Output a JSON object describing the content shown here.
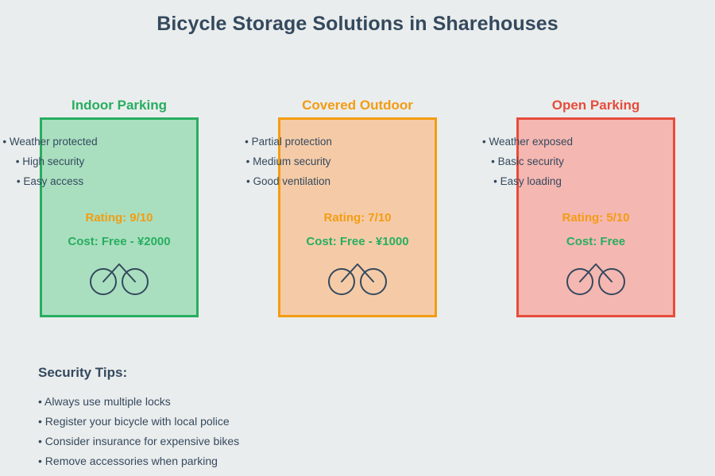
{
  "title": "Bicycle Storage Solutions in Sharehouses",
  "colors": {
    "background": "#eaeded",
    "text_dark": "#34495e",
    "rating_orange": "#f39c12",
    "cost_green": "#27ae60",
    "green_border": "#27ae60",
    "green_fill": "#a9dfbf",
    "orange_border": "#f39c12",
    "orange_fill": "#f5cba7",
    "red_border": "#e74c3c",
    "red_fill": "#f5b7b1"
  },
  "cards": [
    {
      "heading": "Indoor Parking",
      "features": [
        "• Weather protected",
        "• High security",
        "• Easy access"
      ],
      "rating": "Rating: 9/10",
      "cost": "Cost: Free - ¥2000",
      "icon": "bicycle-icon",
      "border_color": "#27ae60",
      "fill_color": "#a9dfbf",
      "heading_color": "#27ae60"
    },
    {
      "heading": "Covered Outdoor",
      "features": [
        "• Partial protection",
        "• Medium security",
        "• Good ventilation"
      ],
      "rating": "Rating: 7/10",
      "cost": "Cost: Free - ¥1000",
      "icon": "bicycle-icon",
      "border_color": "#f39c12",
      "fill_color": "#f5cba7",
      "heading_color": "#f39c12"
    },
    {
      "heading": "Open Parking",
      "features": [
        "• Weather exposed",
        "• Basic security",
        "• Easy loading"
      ],
      "rating": "Rating: 5/10",
      "cost": "Cost: Free",
      "icon": "bicycle-icon",
      "border_color": "#e74c3c",
      "fill_color": "#f5b7b1",
      "heading_color": "#e74c3c"
    }
  ],
  "tips": {
    "heading": "Security Tips:",
    "items": [
      "• Always use multiple locks",
      "• Register your bicycle with local police",
      "• Consider insurance for expensive bikes",
      "• Remove accessories when parking"
    ]
  }
}
